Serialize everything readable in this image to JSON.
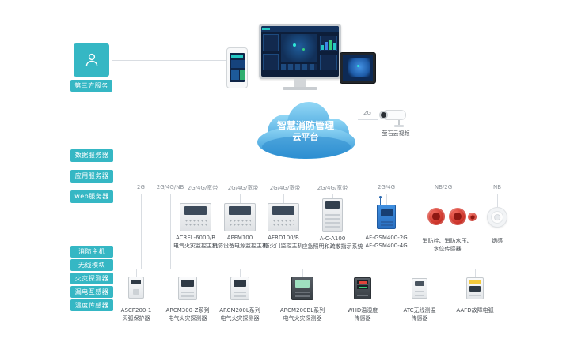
{
  "third_party": {
    "label": "第三方服务"
  },
  "cloud": {
    "line1": "智慧消防管理",
    "line2": "云平台"
  },
  "camera": {
    "network": "2G",
    "label": "萤石云视频"
  },
  "servers": [
    {
      "label": "数据服务器"
    },
    {
      "label": "应用服务器"
    },
    {
      "label": "web服务器"
    }
  ],
  "categories": [
    {
      "label": "消防主机"
    },
    {
      "label": "无线模块"
    },
    {
      "label": "火灾探测器"
    },
    {
      "label": "漏电互感器"
    },
    {
      "label": "温度传感器"
    }
  ],
  "networks": [
    {
      "label": "2G"
    },
    {
      "label": "2G/4G/NB"
    },
    {
      "label": "2G/4G/宽带"
    },
    {
      "label": "2G/4G/宽带"
    },
    {
      "label": "2G/4G/宽带"
    },
    {
      "label": "2G/4G/宽带"
    },
    {
      "label": "2G/4G"
    },
    {
      "label": "NB/2G"
    },
    {
      "label": "NB"
    }
  ],
  "middle_devices": [
    {
      "line1": "ACREL-6000/B",
      "line2": "电气火灾监控主机"
    },
    {
      "line1": "APFM100",
      "line2": "消防设备电源监控主机"
    },
    {
      "line1": "AFRD100/B",
      "line2": "防火门监控主机"
    },
    {
      "line1": "A-C-A100",
      "line2": "应急照明和疏散指示系统"
    },
    {
      "line1": "AF-GSM400-2G",
      "line2": "AF-GSM400-4G"
    },
    {
      "line1": "消防栓、消防水压、",
      "line2": "水位传感器"
    },
    {
      "line1": "烟感",
      "line2": ""
    }
  ],
  "bottom_devices": [
    {
      "line1": "ASCP200-1",
      "line2": "灭弧保护器"
    },
    {
      "line1": "ARCM300-Z系列",
      "line2": "电气火灾探测器"
    },
    {
      "line1": "ARCM200L系列",
      "line2": "电气火灾探测器"
    },
    {
      "line1": "ARCM200BL系列",
      "line2": "电气火灾探测器"
    },
    {
      "line1": "WHD温湿度",
      "line2": "传感器"
    },
    {
      "line1": "ATC无线测温",
      "line2": "传感器"
    },
    {
      "line1": "AAFD故障电弧",
      "line2": ""
    }
  ]
}
